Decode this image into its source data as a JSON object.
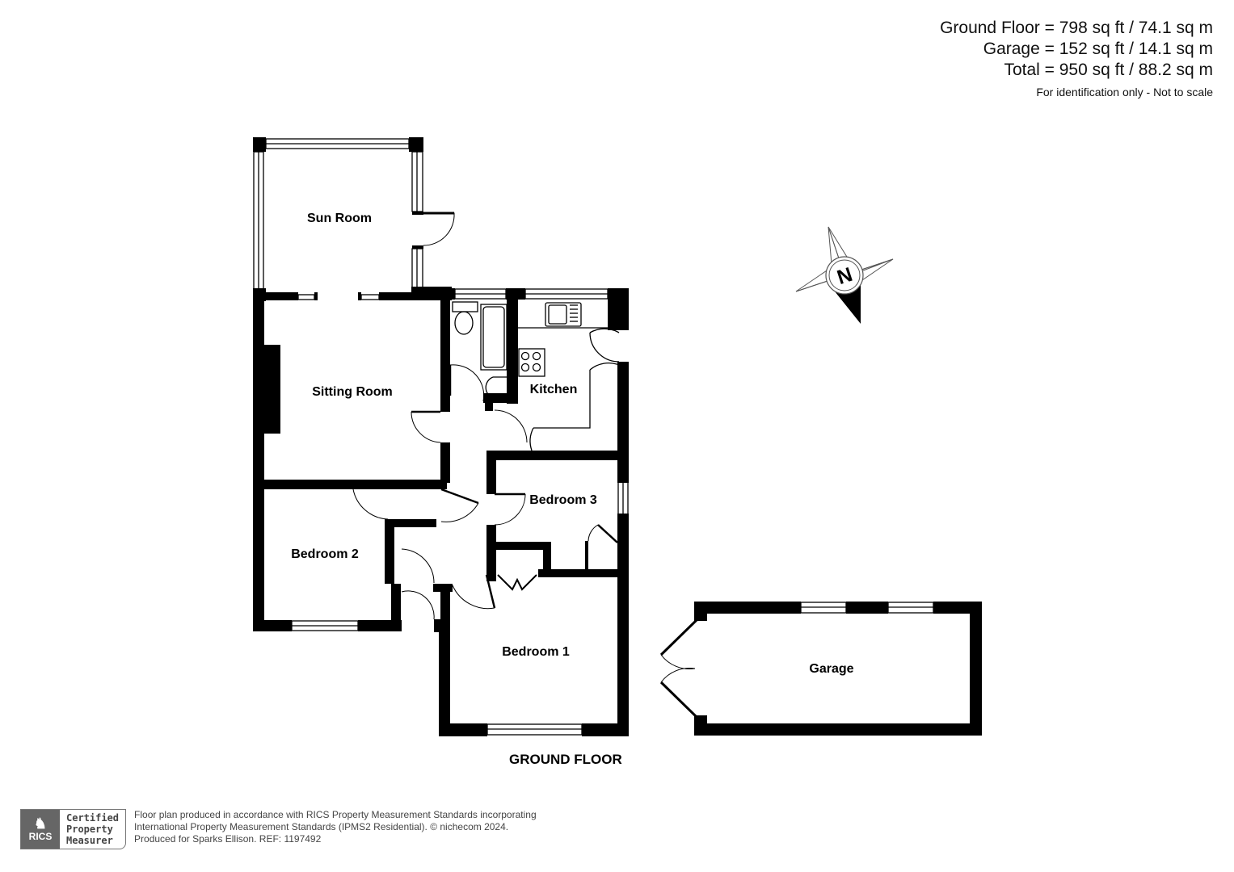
{
  "areas": {
    "ground_floor": "Ground Floor = 798 sq ft / 74.1 sq m",
    "garage": "Garage = 152 sq ft / 14.1 sq m",
    "total": "Total = 950 sq ft / 88.2 sq m",
    "note": "For identification only - Not to scale"
  },
  "rooms": {
    "sun_room": "Sun Room",
    "sitting_room": "Sitting Room",
    "kitchen": "Kitchen",
    "bedroom_1": "Bedroom 1",
    "bedroom_2": "Bedroom 2",
    "bedroom_3": "Bedroom 3",
    "garage": "Garage"
  },
  "floor_title": "GROUND FLOOR",
  "compass": {
    "label": "N",
    "icon": "compass-north-icon"
  },
  "footer": {
    "badge_logo": "RICS",
    "badge_line1": "Certified",
    "badge_line2": "Property",
    "badge_line3": "Measurer",
    "line1": "Floor plan produced in accordance with RICS Property Measurement Standards incorporating",
    "line2": "International Property Measurement Standards (IPMS2 Residential).   © nichecom 2024.",
    "line3": "Produced for Sparks Ellison.   REF:  1197492"
  }
}
